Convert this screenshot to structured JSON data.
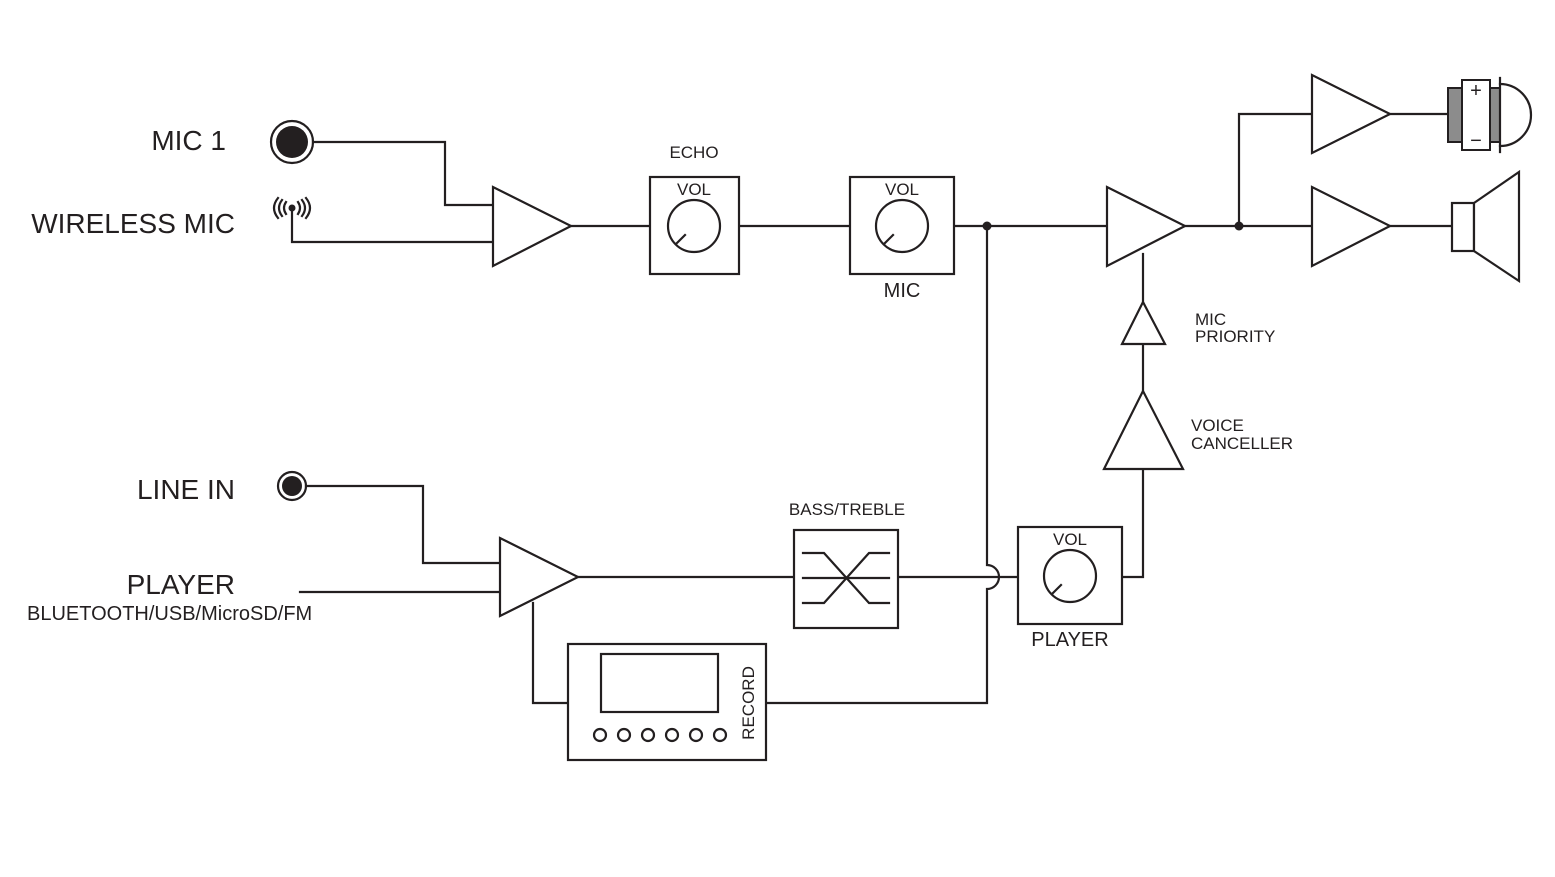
{
  "inputs": {
    "mic1": "MIC 1",
    "wireless_mic": "WIRELESS MIC",
    "line_in": "LINE IN",
    "player": "PLAYER",
    "player_sources": "BLUETOOTH/USB/MicroSD/FM"
  },
  "blocks": {
    "echo_title": "ECHO",
    "echo_knob": "VOL",
    "mic_knob": "VOL",
    "mic_caption": "MIC",
    "bass_treble_title": "BASS/TREBLE",
    "player_knob": "VOL",
    "player_caption": "PLAYER",
    "record": "RECORD"
  },
  "side_labels": {
    "mic_priority_line1": "MIC",
    "mic_priority_line2": "PRIORITY",
    "voice_canceller_line1": "VOICE",
    "voice_canceller_line2": "CANCELLER"
  },
  "outputs": {
    "battery_plus": "+",
    "battery_minus": "−"
  },
  "colors": {
    "line": "#231f20",
    "background": "#ffffff",
    "battery_terminal": "#8c8c8c"
  },
  "icons": [
    "jack-icon",
    "wireless-icon",
    "amplifier-icon",
    "knob-icon",
    "equalizer-icon",
    "recorder-icon",
    "light-icon",
    "speaker-icon"
  ]
}
